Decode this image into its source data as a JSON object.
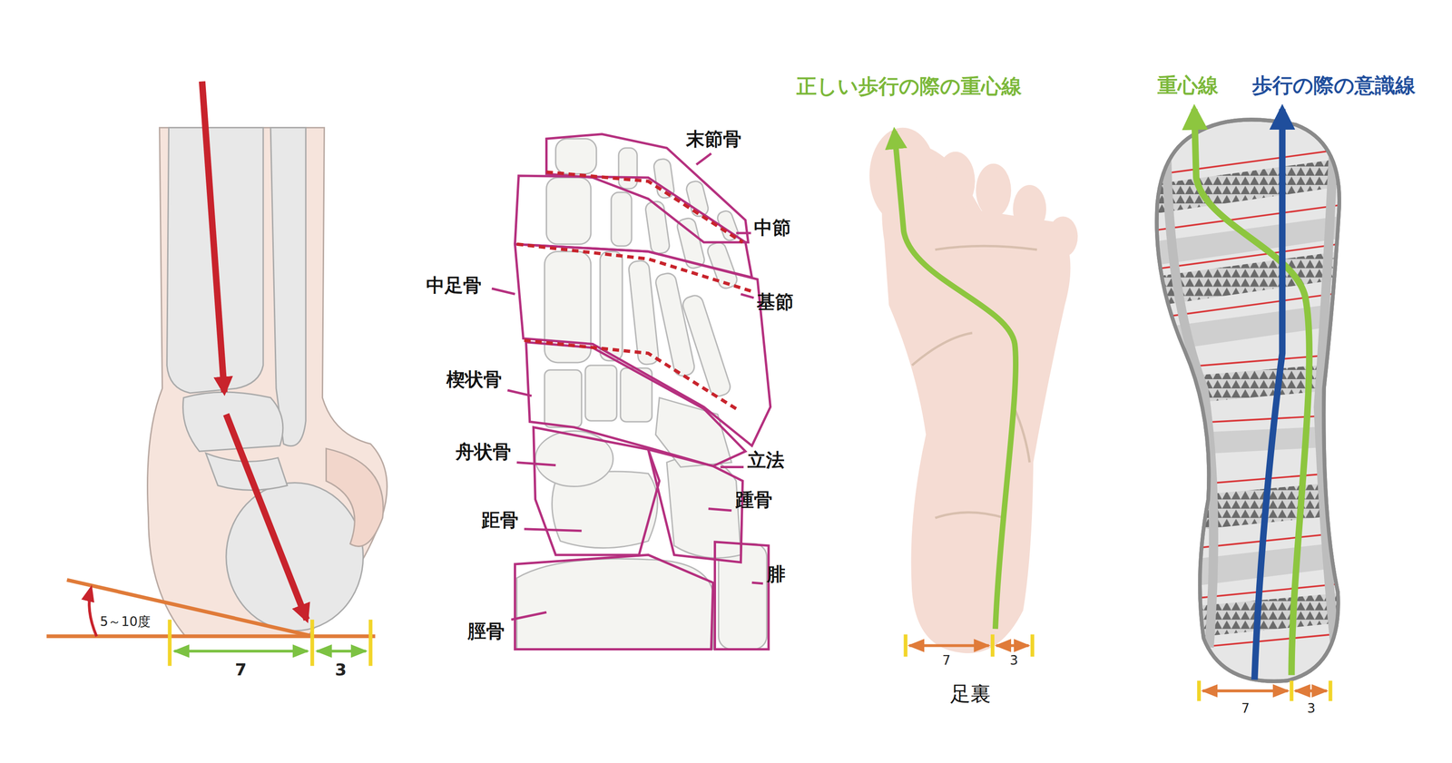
{
  "diagram": {
    "labels": [
      "5～10度",
      "7",
      "3",
      "末節骨",
      "中節",
      "基節",
      "中足骨",
      "楔状骨",
      "舟状骨",
      "立法",
      "距骨",
      "踵骨",
      "腓",
      "脛骨",
      "正しい歩行の際の重心線",
      "7",
      "3",
      "足裏",
      "重心線",
      "歩行の際の意識線",
      "7",
      "3"
    ]
  }
}
